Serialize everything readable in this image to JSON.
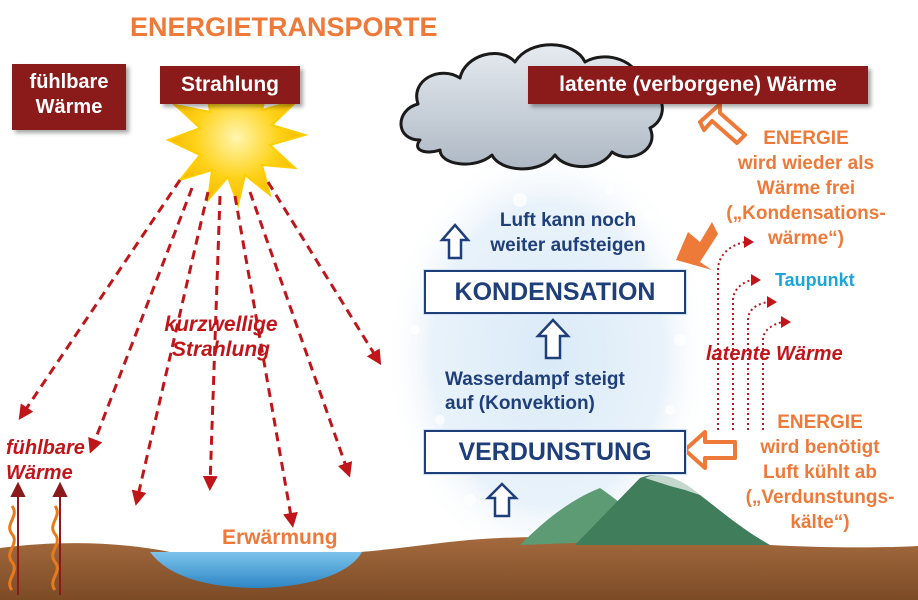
{
  "title": "ENERGIETRANSPORTE",
  "boxes": {
    "sensible_heat": "fühlbare\nWärme",
    "radiation": "Strahlung",
    "latent_heat": "latente (verborgene) Wärme"
  },
  "left": {
    "shortwave_radiation": "kurzwellige\nStrahlung",
    "sensible_heat": "fühlbare\nWärme",
    "warming": "Erwärmung"
  },
  "center": {
    "air_rises": "Luft kann noch\nweiter aufsteigen",
    "condensation": "KONDENSATION",
    "vapor_rises": "Wasserdampf steigt\nauf (Konvektion)",
    "evaporation": "VERDUNSTUNG"
  },
  "right": {
    "energy_released": "ENERGIE\nwird wieder als\nWärme frei\n(„Kondensations-\nwärme“)",
    "dew_point": "Taupunkt",
    "latent_heat": "latente Wärme",
    "energy_needed": "ENERGIE\nwird benötigt\nLuft kühlt ab\n(„Verdunstungs-\nkälte“)"
  },
  "colors": {
    "title": "#ee7a3a",
    "box_fill": "#8b1a1a",
    "red_text": "#c0161a",
    "blue_text": "#1f3f7a",
    "dew_point": "#1aa6d8",
    "sun": "#ffd21a",
    "ground": "#9a6238",
    "water": "#4aa3d8",
    "mountain": "#4f8f6a",
    "cloud": "#c7cfd8"
  },
  "icons": [
    "sun-icon",
    "cloud-icon",
    "lake-icon",
    "mountain-icon",
    "heat-wave-icon",
    "up-arrow-icon",
    "dashed-ray-icon"
  ]
}
